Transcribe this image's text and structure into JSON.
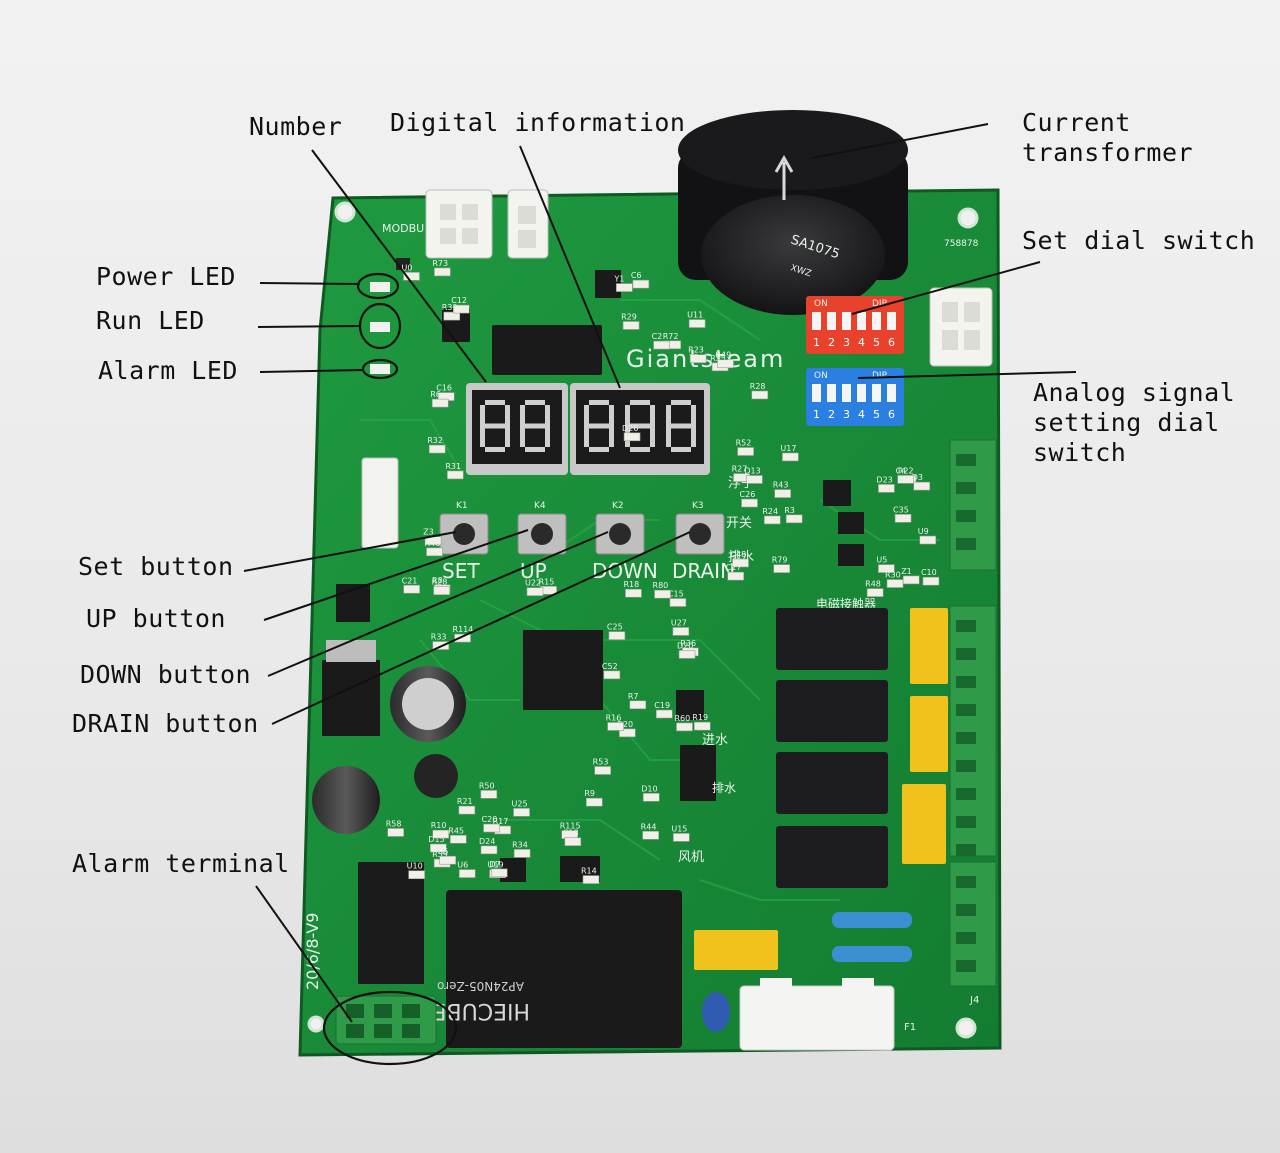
{
  "labels": {
    "number": "Number",
    "digital_information": "Digital information",
    "current_transformer": "Current\ntransformer",
    "set_dial_switch": "Set dial switch",
    "analog_dial": "Analog signal\nsetting dial\nswitch",
    "power_led": "Power LED",
    "run_led": "Run LED",
    "alarm_led": "Alarm LED",
    "set_button": "Set button",
    "up_button": "UP button",
    "down_button": "DOWN button",
    "drain_button": "DRAIN button",
    "alarm_terminal": "Alarm terminal"
  },
  "board": {
    "brand": "Giantsteam",
    "version": "20/6/8-V9",
    "modbus": "MODBU",
    "dip_on": "ON",
    "dip_word": "DIP",
    "dip_numbers": [
      "1",
      "2",
      "3",
      "4",
      "5",
      "6"
    ],
    "button_labels": [
      "SET",
      "UP",
      "DOWN",
      "DRAIN"
    ],
    "button_refs": [
      "K1",
      "K4",
      "K2",
      "K3"
    ],
    "relay_header": "电磁接触器",
    "cn_float": "浮子",
    "cn_switch": "开关",
    "cn_drain": "排水",
    "cn_inlet": "进水",
    "cn_drain2": "排水",
    "cn_fan": "风机",
    "power_module_brand": "HIECUBE",
    "power_module_model": "AP24N05-Zero",
    "ct_model": "SA1075",
    "ct_brand": "XWZ",
    "serial": "758878",
    "j4": "J4",
    "f1": "F1",
    "refs": [
      "R32",
      "R29",
      "R24",
      "R33",
      "R19",
      "R34",
      "R21",
      "R22",
      "R38",
      "R35",
      "R52",
      "R36",
      "R20",
      "R53",
      "D15",
      "D3",
      "C21",
      "U11",
      "R43",
      "R114",
      "C19",
      "U19",
      "U10",
      "C4",
      "C16",
      "R28",
      "R27",
      "R15",
      "R16",
      "R115",
      "R17",
      "C35",
      "Z3",
      "R23",
      "D13",
      "R18",
      "D10",
      "R14",
      "D7",
      "U9",
      "R73",
      "R72",
      "C26",
      "C25",
      "R44",
      "R50",
      "R45",
      "R48",
      "R46",
      "R49",
      "C48",
      "C15",
      "C52",
      "C18",
      "U6",
      "U5",
      "U0",
      "Y1",
      "R79",
      "R80",
      "D20",
      "U25",
      "R58",
      "D23",
      "C12",
      "C6",
      "U17",
      "U22",
      "R60",
      "D24",
      "R59",
      "R30",
      "R31",
      "C2",
      "C17",
      "R8",
      "R7",
      "C20",
      "R10",
      "Z1",
      "R6",
      "D26",
      "R3",
      "U27",
      "U15",
      "R9",
      "R5",
      "C10",
      "R28"
    ]
  },
  "colors": {
    "pcb": "#1d8a3a",
    "pcb_dark": "#136b2a",
    "silk": "#e9f3ea",
    "dip_red": "#e8412c",
    "dip_blue": "#2a7fe0",
    "relay_yellow": "#f2c21c",
    "connector_green": "#2f9a48",
    "ct_black": "#1c1c1e"
  }
}
